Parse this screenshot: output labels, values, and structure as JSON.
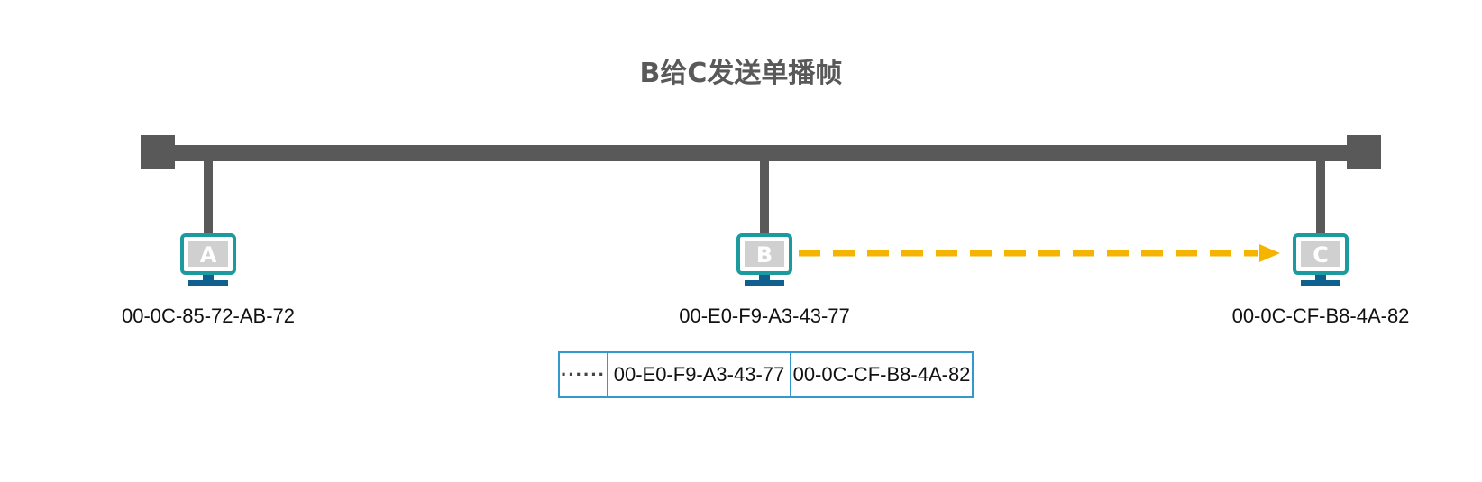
{
  "title": "B给C发送单播帧",
  "hosts": [
    {
      "letter": "A",
      "mac": "00-0C-85-72-AB-72"
    },
    {
      "letter": "B",
      "mac": "00-E0-F9-A3-43-77"
    },
    {
      "letter": "C",
      "mac": "00-0C-CF-B8-4A-82"
    }
  ],
  "frame": {
    "payload": "······",
    "src_mac": "00-E0-F9-A3-43-77",
    "dst_mac": "00-0C-CF-B8-4A-82"
  },
  "colors": {
    "bus": "#595959",
    "monitor_frame": "#1b9aa0",
    "monitor_screen": "#d0d0d0",
    "monitor_stand": "#0f5f8f",
    "arrow": "#f5b400",
    "frame_border": "#3399cc",
    "title": "#595959"
  }
}
